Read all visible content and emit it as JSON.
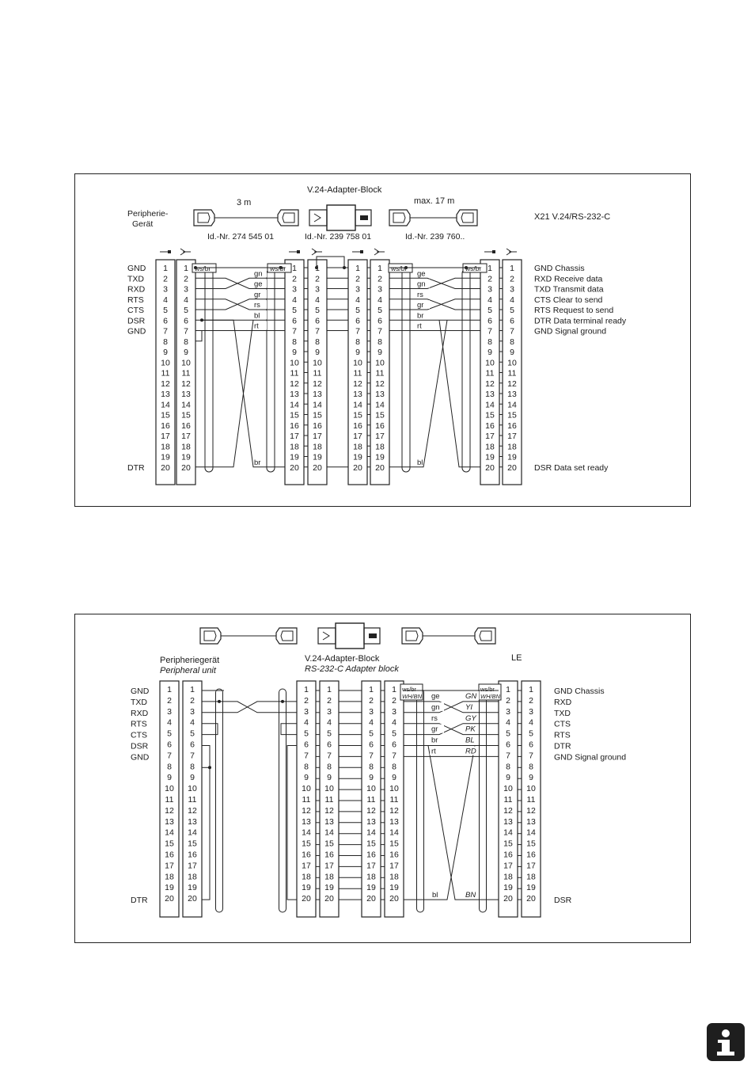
{
  "diagram1": {
    "adapter_title": "V.24-Adapter-Block",
    "cable_a_length": "3 m",
    "cable_b_length": "max. 17 m",
    "peripheral_label": [
      "Peripherie-",
      "Gerät"
    ],
    "id_a": "Id.-Nr. 274 545 01",
    "id_adapter": "Id.-Nr. 239 758 01",
    "id_b": "Id.-Nr. 239 760..",
    "port_title": "X21  V.24/RS-232-C",
    "left_signals": [
      "GND",
      "TXD",
      "RXD",
      "RTS",
      "CTS",
      "DSR",
      "GND"
    ],
    "left_dtr": "DTR",
    "right_signals": [
      "GND  Chassis",
      "RXD  Receive data",
      "TXD  Transmit data",
      "CTS  Clear to send",
      "RTS  Request to send",
      "DTR  Data terminal ready",
      "GND  Signal ground"
    ],
    "right_dsr": "DSR  Data set ready",
    "shield_label": "ws/br",
    "wires_a": [
      "gn",
      "ge",
      "gr",
      "rs",
      "bl",
      "rt"
    ],
    "wire_a_bottom": "br",
    "wires_b": [
      "ge",
      "gn",
      "rs",
      "gr",
      "br",
      "rt"
    ],
    "wire_b_bottom": "bl"
  },
  "diagram2": {
    "peripheral_label": "Peripheriegerät",
    "peripheral_label_en": "Peripheral unit",
    "adapter_title": "V.24-Adapter-Block",
    "adapter_title_en": "RS-232-C Adapter block",
    "le_label": "LE",
    "left_signals": [
      "GND",
      "TXD",
      "RXD",
      "RTS",
      "CTS",
      "DSR",
      "GND"
    ],
    "left_dtr": "DTR",
    "right_signals": [
      "GND  Chassis",
      "RXD",
      "TXD",
      "CTS",
      "RTS",
      "DTR",
      "GND  Signal ground"
    ],
    "right_dsr": "DSR",
    "shield_label": "ws/br",
    "shield_label_en": "WH/BN",
    "wires_de": [
      "ge",
      "gn",
      "rs",
      "gr",
      "br",
      "rt"
    ],
    "wire_de_bottom": "bl",
    "wires_en": [
      "GN",
      "YI",
      "GY",
      "PK",
      "BL",
      "RD"
    ],
    "wire_en_bottom": "BN"
  },
  "pin_numbers": [
    "1",
    "2",
    "3",
    "4",
    "5",
    "6",
    "7",
    "8",
    "9",
    "10",
    "11",
    "12",
    "13",
    "14",
    "15",
    "16",
    "17",
    "18",
    "19",
    "20"
  ],
  "icon": "info-icon"
}
